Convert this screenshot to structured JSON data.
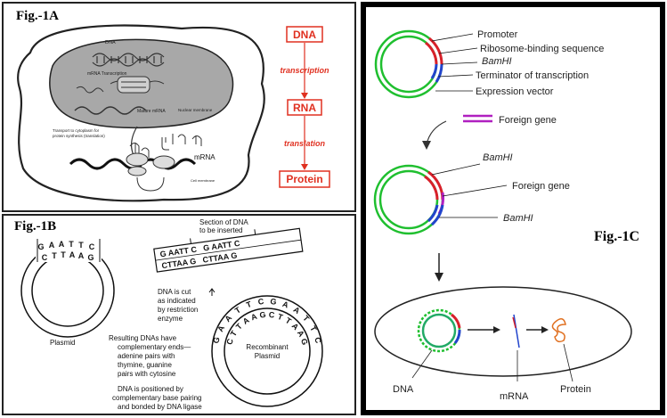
{
  "fig1a": {
    "label": "Fig.-1A",
    "flow": [
      "DNA",
      "transcription",
      "RNA",
      "translation",
      "Protein"
    ],
    "cell_labels": {
      "dna": "DNA",
      "mrna_transcription": "mRNA Transcription",
      "mature_mrna": "Mature mRNA",
      "nuclear_membrane": "Nuclear membrane",
      "transport": "Transport to cytoplasm for",
      "transport2": "protein synthesis (translation)",
      "mrna": "mRNA",
      "cell_membrane": "Cell membrane"
    }
  },
  "fig1b": {
    "label": "Fig.-1B",
    "plasmid_top": [
      "G",
      "A",
      "A",
      "T",
      "T",
      "C"
    ],
    "plasmid_bottom": [
      "C",
      "T",
      "T",
      "A",
      "A",
      "G"
    ],
    "section_title_1": "Section of DNA",
    "section_title_2": "to be inserted",
    "insert_top": "G AATT C   G AATT C",
    "insert_bottom": "CTTAA G   CTTAA G",
    "cut_note": [
      "DNA is cut",
      "as indicated",
      "by restriction",
      "enzyme"
    ],
    "plasmid_label": "Plasmid",
    "resulting_note": [
      "Resulting DNAs have",
      "complementary ends—",
      "adenine pairs with",
      "thymine, guanine",
      "pairs with cytosine"
    ],
    "recombinant_label": [
      "Recombinant",
      "Plasmid"
    ],
    "positioned_note": [
      "DNA is positioned by",
      "complementary base pairing",
      "and bonded by DNA ligase"
    ],
    "recomb_top": [
      "G",
      "A",
      "A",
      "T",
      "T",
      "C",
      "G",
      "A",
      "A",
      "T",
      "T",
      "C"
    ],
    "recomb_inner": [
      "C",
      "T",
      "T",
      "A",
      "A",
      "G",
      "C",
      "T",
      "T",
      "A",
      "A",
      "G"
    ]
  },
  "fig1c": {
    "label": "Fig.-1C",
    "labels_top": [
      "Promoter",
      "Ribosome-binding sequence",
      "BamHI",
      "Terminator of transcription",
      "Expression vector"
    ],
    "foreign_gene": "Foreign gene",
    "bamhi_1": "BamHI",
    "foreign_gene_2": "Foreign gene",
    "bamhi_2": "BamHI",
    "cell_labels": [
      "DNA",
      "mRNA",
      "Protein"
    ]
  },
  "colors": {
    "vector_green": "#1fbf2f",
    "promoter_red": "#d8202a",
    "terminator_blue": "#2244cc",
    "foreign_purple": "#b020c0",
    "flow_red": "#e03020"
  }
}
